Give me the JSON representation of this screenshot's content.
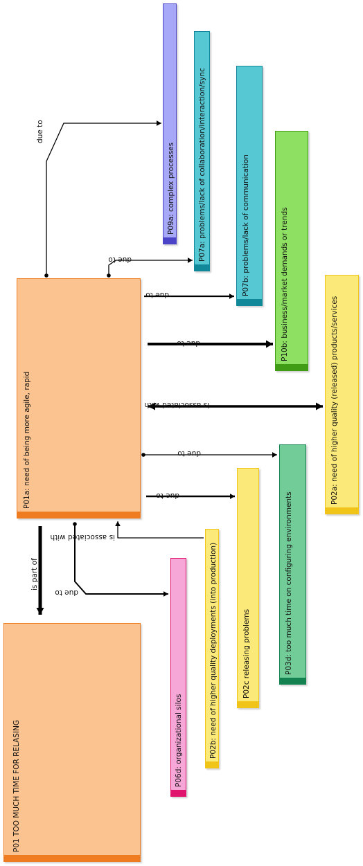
{
  "diagram": {
    "colors": {
      "orange": "#fbc38f",
      "orange_bar": "#f07c22",
      "purple": "#a8a8f8",
      "purple_bar": "#4b43c8",
      "teal": "#56c8d4",
      "teal_bar": "#11879a",
      "green": "#8ee062",
      "green_bar": "#3f9c14",
      "yellow": "#fbe97a",
      "yellow_bar": "#f0c418",
      "mint": "#72cc98",
      "mint_bar": "#148250",
      "pink": "#f7a6d8",
      "pink_bar": "#e0146c"
    },
    "nodes": {
      "p01": "P01 TOO MUCH TIME FOR RELASING",
      "p01a": "P01a: need of being more agile, rapid",
      "p09a": "P09a: complex processes",
      "p07a": "P07a: problems/lack of collaboration/interaction/sync",
      "p07b": "P07b: problems/lack of communication",
      "p10b": "P10b: business/market demands or trends",
      "p02a": "P02a: need of higher quality (released) products/services",
      "p03d": "P03d: too much time on configuring environments",
      "p02c": "P02c releasing problems",
      "p02b": "P02b: need of higher quality deployments (into production)",
      "p06d": "P06d: organizational silos"
    },
    "edges": {
      "due_to": "due to",
      "is_associated_with": "is associated with",
      "is_part_of": "is part of"
    }
  }
}
